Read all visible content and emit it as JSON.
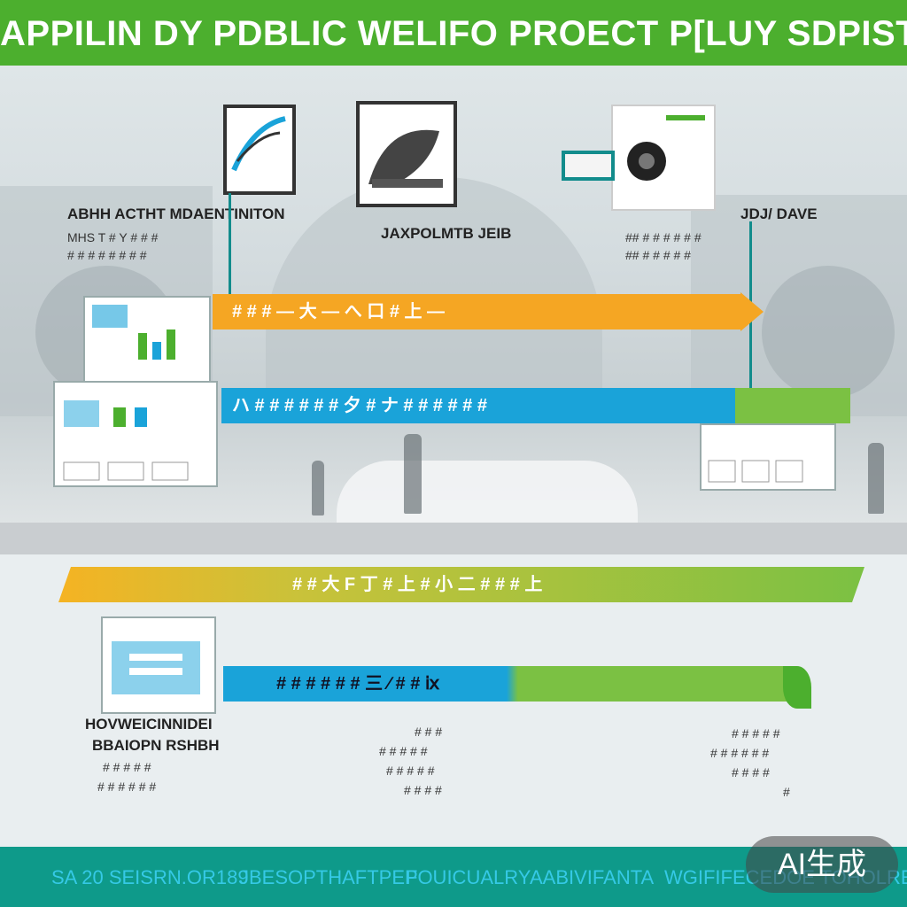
{
  "header": {
    "title": "APPILIN DY PDBLIC WELIFO PROECT P[LUY SDPISTBRS"
  },
  "panels": {
    "left": {
      "label": "ABHH ACTHT MDAENTINITON",
      "lines": [
        "MHS  T  #  Y  #  #  #",
        "#  #  #  #  #  #  #  #"
      ]
    },
    "center": {
      "label": "JAXPOLMTB JEIB"
    },
    "right": {
      "label": "JDJ/ DAVE",
      "lines": [
        "##  #  #  #  #  #  #",
        "##  #  #  #  #  #"
      ]
    }
  },
  "banners": {
    "orange": "#  #  #  — 大  — へ  口  #  上 —",
    "blue": "ハ  #  #  #  #  #  #  夕  # ナ  # #  #  #  # #",
    "yellow_green": "#  #  大  F  丁  #  上  #  小  二  #  #  #  上",
    "blue_green": "#  #  #  #  #  #    三  ∕  #  #  ⅸ"
  },
  "bottom_left": {
    "label_lines": [
      "HOVWEICINNIDEI",
      "BBAIOPN RSHBH",
      "# # # # #",
      "# # # # # #"
    ]
  },
  "bottom_center": {
    "lines": [
      "# #  #",
      "# # # #  #",
      "# # # # #",
      "# # # #"
    ]
  },
  "bottom_right": {
    "lines": [
      "# # # # #",
      "# # # # # #",
      "# #  #  #",
      "#"
    ]
  },
  "footer": {
    "items": [
      "SA  20 SEISRN.OR189",
      "JBESOPTHAFTPEP",
      "FOUICUALRY",
      "AABIVIFANTA",
      "WGIFIFECEDOE TOHOLRE"
    ]
  },
  "badge": {
    "label": "AI生成"
  },
  "colors": {
    "header": "#4caf2e",
    "orange": "#f5a623",
    "blue": "#1aa3d9",
    "green": "#7bc143",
    "footer": "#0e9a8a"
  }
}
